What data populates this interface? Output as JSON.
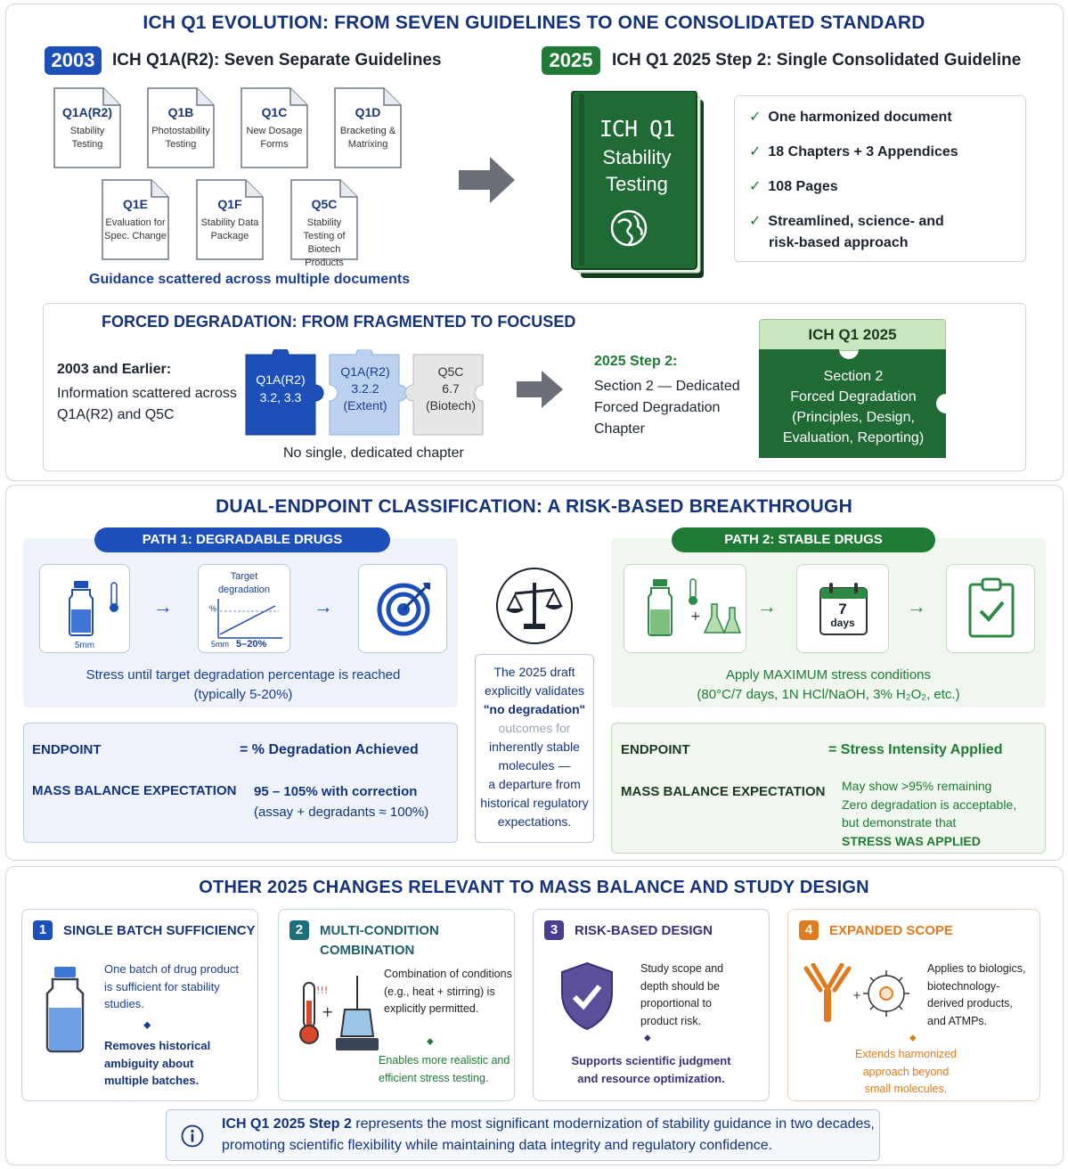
{
  "colors": {
    "navy": "#14337a",
    "blue": "#1d4fb8",
    "green": "#1f7a35",
    "purple": "#4a3d8f",
    "orange": "#e07a1f",
    "teal": "#1d6f7a"
  },
  "section1": {
    "title": "ICH Q1 EVOLUTION: FROM SEVEN GUIDELINES TO ONE CONSOLIDATED STANDARD",
    "left": {
      "year": "2003",
      "heading": "ICH Q1A(R2): Seven Separate Guidelines",
      "docs": [
        {
          "code": "Q1A(R2)",
          "desc": "Stability Testing"
        },
        {
          "code": "Q1B",
          "desc": "Photostability Testing"
        },
        {
          "code": "Q1C",
          "desc": "New Dosage Forms"
        },
        {
          "code": "Q1D",
          "desc": "Bracketing & Matrixing"
        },
        {
          "code": "Q1E",
          "desc": "Evaluation for Spec. Change"
        },
        {
          "code": "Q1F",
          "desc": "Stability Data Package"
        },
        {
          "code": "Q5C",
          "desc": "Stability Testing of Biotech Products"
        }
      ],
      "caption": "Guidance scattered across multiple documents"
    },
    "right": {
      "year": "2025",
      "heading": "ICH Q1 2025 Step 2: Single Consolidated Guideline",
      "book": {
        "line1": "ICH Q1",
        "line2": "Stability",
        "line3": "Testing"
      },
      "bullets": [
        "One harmonized document",
        "18 Chapters + 3 Appendices",
        "108 Pages",
        "Streamlined, science- and",
        "risk-based approach"
      ]
    },
    "forced": {
      "title": "FORCED DEGRADATION: FROM FRAGMENTED TO FOCUSED",
      "earlier_title": "2003 and Earlier:",
      "earlier_text_1": "Information scattered across",
      "earlier_text_2": "Q1A(R2) and Q5C",
      "pieces": [
        {
          "l1": "Q1A(R2)",
          "l2": "3.2, 3.3",
          "l3": ""
        },
        {
          "l1": "Q1A(R2)",
          "l2": "3.2.2",
          "l3": "(Extent)"
        },
        {
          "l1": "Q5C",
          "l2": "6.7",
          "l3": "(Biotech)"
        }
      ],
      "no_chapter": "No single, dedicated chapter",
      "step2_title": "2025 Step 2:",
      "step2_l1": "Section 2 — Dedicated",
      "step2_l2": "Forced Degradation",
      "step2_l3": "Chapter",
      "badge_head": "ICH Q1 2025",
      "badge_l1": "Section 2",
      "badge_l2": "Forced Degradation",
      "badge_l3": "(Principles, Design,",
      "badge_l4": "Evaluation, Reporting)"
    }
  },
  "section2": {
    "title": "DUAL-ENDPOINT CLASSIFICATION: A RISK-BASED BREAKTHROUGH",
    "path1": {
      "label": "PATH 1: DEGRADABLE DRUGS",
      "chart_label_1": "Target",
      "chart_label_2": "degradation",
      "chart_pct": "%",
      "chart_range": "5–20%",
      "chart_x": "5mm",
      "vial_caption": "5mm",
      "desc_1": "Stress until target degradation percentage is reached",
      "desc_2": "(typically 5-20%)",
      "endpoint_label": "ENDPOINT",
      "endpoint_value": "=  % Degradation Achieved",
      "mb_label": "MASS BALANCE EXPECTATION",
      "mb_value_1": "95 – 105% with correction",
      "mb_value_2": "(assay + degradants ≈ 100%)"
    },
    "center": {
      "l1": "The 2025 draft",
      "l2": "explicitly validates",
      "l3": "\"no degradation\"",
      "l4": "outcomes for",
      "l5": "inherently stable",
      "l6": "molecules —",
      "l7": "a departure from",
      "l8": "historical regulatory",
      "l9": "expectations."
    },
    "path2": {
      "label": "PATH 2: STABLE DRUGS",
      "calendar_num": "7",
      "calendar_unit": "days",
      "desc_1": "Apply MAXIMUM stress conditions",
      "desc_2": "(80°C/7 days, 1N HCl/NaOH, 3% H₂O₂, etc.)",
      "endpoint_label": "ENDPOINT",
      "endpoint_value": "=  Stress Intensity Applied",
      "mb_label": "MASS BALANCE EXPECTATION",
      "mb_value_1": "May show >95% remaining",
      "mb_value_2": "Zero degradation is acceptable,",
      "mb_value_3": "but demonstrate that",
      "mb_value_4": "STRESS WAS APPLIED"
    }
  },
  "section3": {
    "title": "OTHER 2025 CHANGES RELEVANT TO MASS BALANCE AND STUDY DESIGN",
    "cards": [
      {
        "num": "1",
        "title": "SINGLE BATCH SUFFICIENCY",
        "title2": "",
        "body": [
          "One batch of drug product",
          "is sufficient for stability",
          "studies."
        ],
        "foot": [
          "Removes historical",
          "ambiguity about",
          "multiple batches."
        ]
      },
      {
        "num": "2",
        "title": "MULTI-CONDITION",
        "title2": "COMBINATION",
        "body": [
          "Combination of conditions",
          "(e.g., heat + stirring) is",
          "explicitly permitted."
        ],
        "foot": [
          "Enables more realistic and",
          "efficient stress testing."
        ]
      },
      {
        "num": "3",
        "title": "RISK-BASED DESIGN",
        "title2": "",
        "body": [
          "Study scope and",
          "depth should be",
          "proportional to",
          "product risk."
        ],
        "foot": [
          "Supports scientific judgment",
          "and resource optimization."
        ]
      },
      {
        "num": "4",
        "title": "EXPANDED SCOPE",
        "title2": "",
        "body": [
          "Applies to biologics,",
          "biotechnology-",
          "derived products,",
          "and ATMPs."
        ],
        "foot": [
          "Extends harmonized",
          "approach beyond",
          "small molecules."
        ]
      }
    ],
    "footer_bold": "ICH Q1 2025 Step 2",
    "footer_rest": " represents the most significant modernization of stability guidance in two decades,",
    "footer_line2": "promoting scientific flexibility while maintaining data integrity and regulatory confidence."
  }
}
